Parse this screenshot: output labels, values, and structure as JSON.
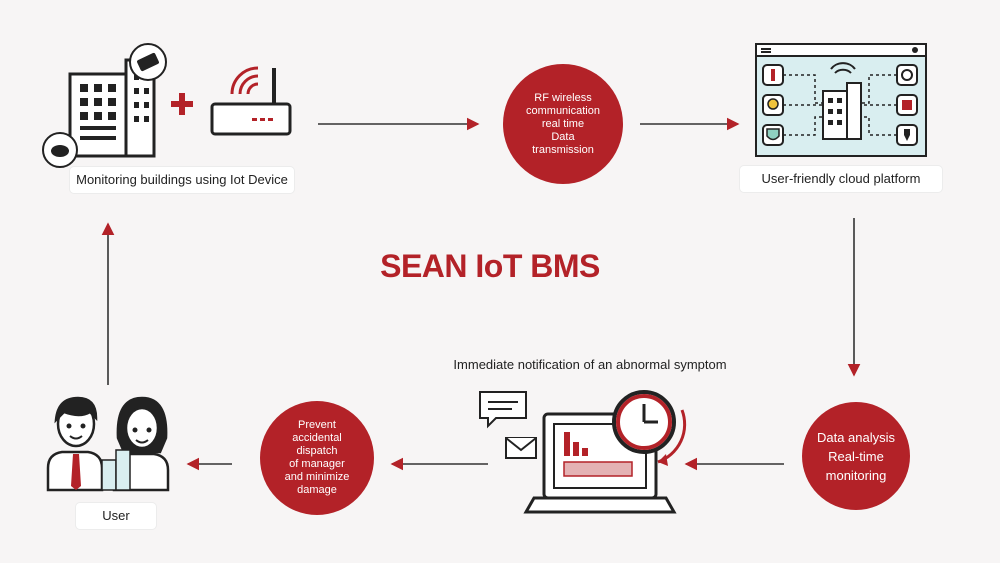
{
  "title": "SEAN IoT BMS",
  "labels": {
    "monitoring": "Monitoring buildings using Iot Device",
    "cloud": "User-friendly cloud platform",
    "user": "User",
    "notification": "Immediate notification of an abnormal symptom"
  },
  "circles": {
    "rf": [
      "RF wireless",
      "communication",
      "real time",
      "Data",
      "transmission"
    ],
    "analysis": [
      "Data analysis",
      "Real-time",
      "monitoring"
    ],
    "prevent": [
      "Prevent",
      "accidental",
      "dispatch",
      "of manager",
      "and minimize",
      "damage"
    ]
  },
  "colors": {
    "accent": "#b32228",
    "outline": "#222222",
    "panel": "#d9eef0"
  },
  "icons": [
    "building-icon",
    "router-icon",
    "plus-icon",
    "sensor-icon",
    "cloud-dashboard-icon",
    "laptop-icon",
    "clock-icon",
    "chat-icon",
    "mail-icon",
    "users-icon"
  ]
}
